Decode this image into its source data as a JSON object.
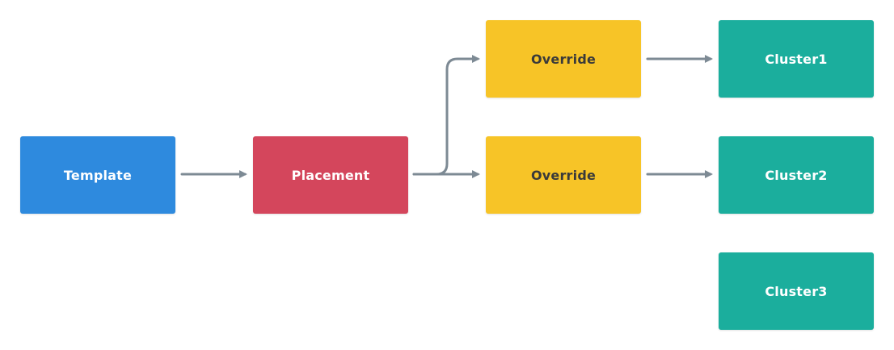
{
  "colors": {
    "template": "#2e8ade",
    "placement": "#d4465c",
    "override": "#f7c427",
    "cluster": "#1bae9d",
    "edge": "#7d8a94",
    "light_text": "#ffffff",
    "dark_text": "#3a3a3a"
  },
  "nodes": {
    "template": {
      "label": "Template"
    },
    "placement": {
      "label": "Placement"
    },
    "override_1": {
      "label": "Override"
    },
    "override_2": {
      "label": "Override"
    },
    "cluster_1": {
      "label": "Cluster1"
    },
    "cluster_2": {
      "label": "Cluster2"
    },
    "cluster_3": {
      "label": "Cluster3"
    }
  },
  "edges": [
    {
      "from": "template",
      "to": "placement"
    },
    {
      "from": "placement",
      "to": "override_1"
    },
    {
      "from": "placement",
      "to": "override_2"
    },
    {
      "from": "override_1",
      "to": "cluster_1"
    },
    {
      "from": "override_2",
      "to": "cluster_2"
    }
  ]
}
